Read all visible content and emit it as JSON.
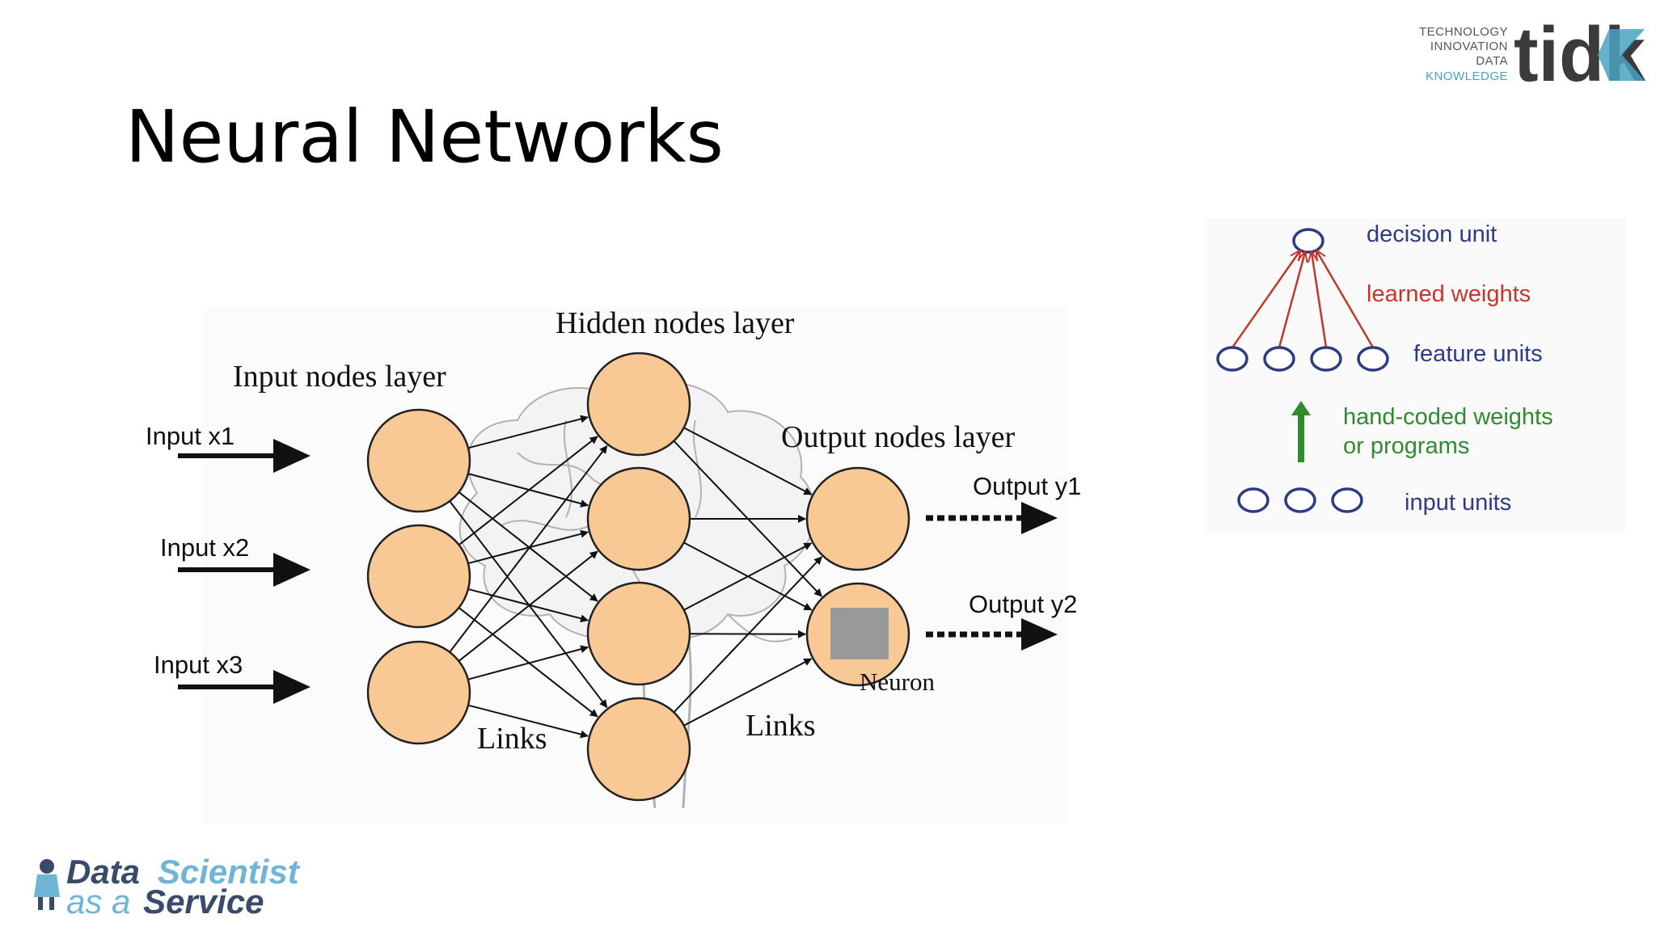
{
  "slide": {
    "title": "Neural Networks"
  },
  "brand": {
    "tidk_lines": [
      "TECHNOLOGY",
      "INNOVATION",
      "DATA",
      "KNOWLEDGE"
    ],
    "tidk_mark": "tidk",
    "footer_line1a": "Data",
    "footer_line1b": "Scientist",
    "footer_line2a": "as a",
    "footer_line2b": "Service"
  },
  "diagram": {
    "input_layer_label": "Input nodes layer",
    "hidden_layer_label": "Hidden nodes layer",
    "output_layer_label": "Output nodes layer",
    "inputs": [
      "Input x1",
      "Input x2",
      "Input x3"
    ],
    "outputs": [
      "Output y1",
      "Output y2"
    ],
    "links_label": "Links",
    "neuron_label": "Neuron",
    "node_fill": "#f9c995",
    "node_stroke": "#222222"
  },
  "perceptron": {
    "decision_unit": "decision unit",
    "learned_weights": "learned weights",
    "feature_units": "feature units",
    "hand_coded_1": "hand-coded weights",
    "hand_coded_2": "or programs",
    "input_units": "input units",
    "colors": {
      "blue": "#2f3a86",
      "red": "#c0392b",
      "green": "#2e8b2e"
    }
  }
}
